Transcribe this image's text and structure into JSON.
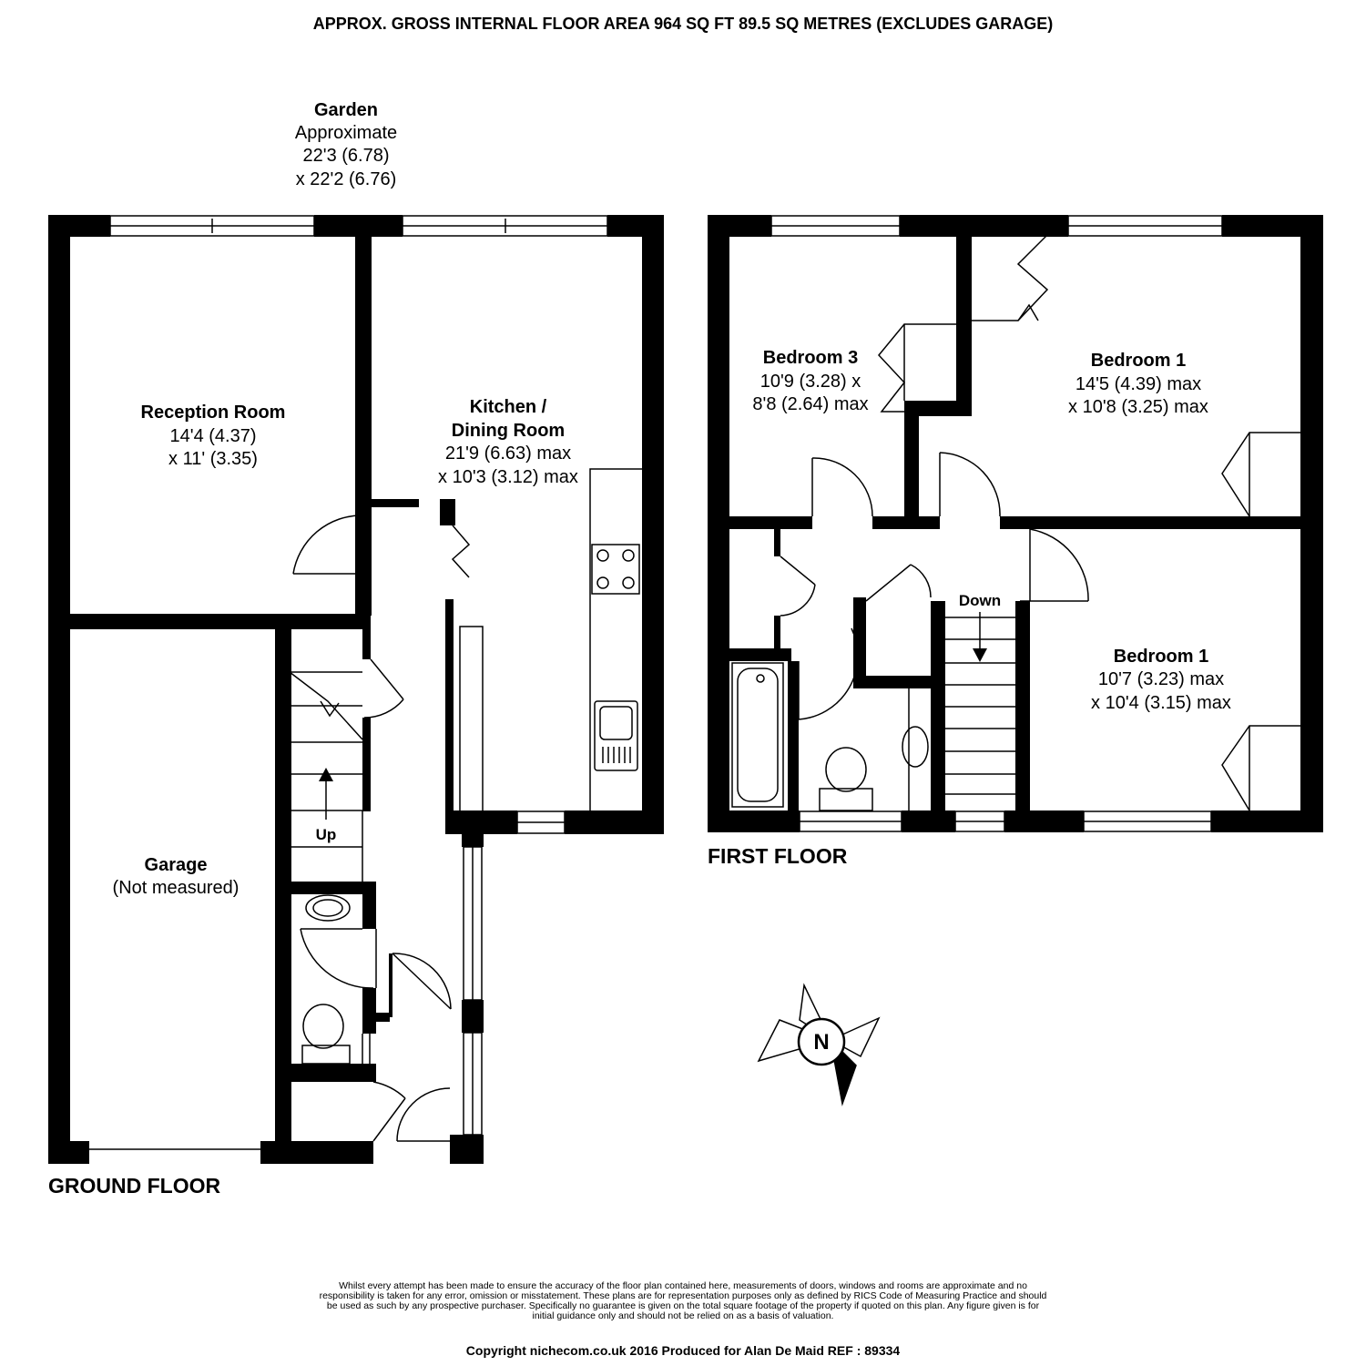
{
  "header": {
    "area_text": "APPROX. GROSS INTERNAL FLOOR AREA 964 SQ FT 89.5 SQ METRES (EXCLUDES GARAGE)"
  },
  "garden": {
    "name": "Garden",
    "line1": "Approximate",
    "line2": "22'3 (6.78)",
    "line3": "x 22'2 (6.76)"
  },
  "ground_floor": {
    "label": "GROUND FLOOR",
    "rooms": {
      "reception": {
        "name": "Reception Room",
        "dim1": "14'4 (4.37)",
        "dim2": "x 11' (3.35)"
      },
      "kitchen": {
        "name1": "Kitchen /",
        "name2": "Dining Room",
        "dim1": "21'9 (6.63) max",
        "dim2": "x 10'3 (3.12) max"
      },
      "garage": {
        "name": "Garage",
        "dim1": "(Not measured)"
      }
    },
    "stairs_label": "Up"
  },
  "first_floor": {
    "label": "FIRST FLOOR",
    "rooms": {
      "bedroom3": {
        "name": "Bedroom 3",
        "dim1": "10'9 (3.28) x",
        "dim2": "8'8 (2.64) max"
      },
      "bedroom1_top": {
        "name": "Bedroom 1",
        "dim1": "14'5 (4.39) max",
        "dim2": "x 10'8 (3.25) max"
      },
      "bedroom1_bottom": {
        "name": "Bedroom 1",
        "dim1": "10'7 (3.23) max",
        "dim2": "x 10'4 (3.15) max"
      }
    },
    "stairs_label": "Down"
  },
  "compass": {
    "letter": "N",
    "icon": "compass-rose-icon"
  },
  "footer": {
    "disclaimer": "Whilst every attempt has been made to ensure the accuracy of the floor plan contained here, measurements of doors, windows and rooms are approximate and no responsibility is taken for any error, omission or misstatement. These plans are for representation purposes only as defined by RICS Code of Measuring Practice and should be used as such by any prospective purchaser.  Specifically no guarantee is given on the total square footage of the property if quoted on this plan. Any figure given is for initial guidance only and should not be relied on as a basis of valuation.",
    "copyright": "Copyright nichecom.co.uk 2016    Produced for Alan De Maid    REF :  89334"
  },
  "colors": {
    "wall": "#000000",
    "background": "#ffffff",
    "fixture_line": "#000000"
  }
}
